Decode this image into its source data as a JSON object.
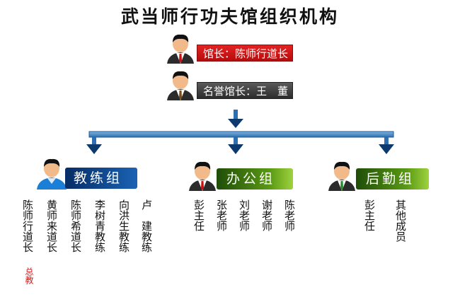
{
  "title": "武当师行功夫馆组织机构",
  "head": {
    "label": "馆长：陈师行道长"
  },
  "honorary": {
    "label": "名誉馆长：王　董"
  },
  "groups": [
    {
      "label": "教练组",
      "members": [
        "陈师行道长",
        "黄师来道长",
        "陈师希道长",
        "李树青教练",
        "向洪生教练",
        "卢　建教练"
      ],
      "note": "总教"
    },
    {
      "label": "办公组",
      "members": [
        "彭主任",
        "张老师",
        "刘老师",
        "谢老师",
        "陈老师"
      ]
    },
    {
      "label": "后勤组",
      "members": [
        "彭主任",
        "其他成员"
      ]
    }
  ],
  "colors": {
    "head_badge": "#cc1111",
    "honorary_badge": "#3a3a3a",
    "teach_group": "#0e4a94",
    "office_group": "#4f8a12",
    "logistics_group": "#4f8a12",
    "connector": "#3d84c6",
    "note": "#d21a1a"
  }
}
